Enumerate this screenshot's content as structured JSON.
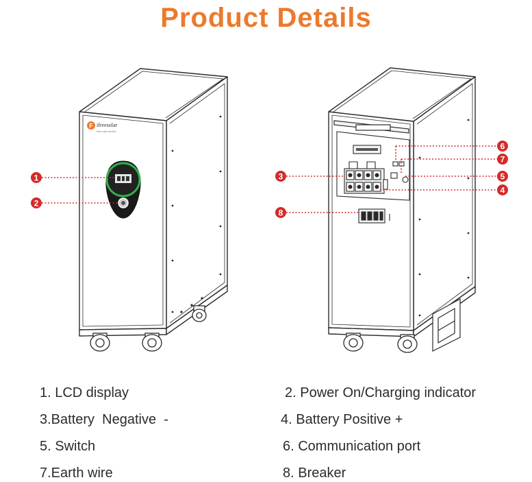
{
  "title": "Product Details",
  "brand": {
    "name": "ifreesolar",
    "tagline": "New solar solution",
    "logo_letter": "F"
  },
  "colors": {
    "title": "#ec7a2b",
    "callout": "#d42b2b",
    "lcd_ring": "#34b24a"
  },
  "callouts": [
    {
      "num": "1"
    },
    {
      "num": "2"
    },
    {
      "num": "3"
    },
    {
      "num": "4"
    },
    {
      "num": "5"
    },
    {
      "num": "6"
    },
    {
      "num": "7"
    },
    {
      "num": "8"
    }
  ],
  "legend": [
    {
      "text": "1. LCD display"
    },
    {
      "text": "2. Power On/Charging indicator"
    },
    {
      "text": "3.Battery  Negative  -"
    },
    {
      "text": "4. Battery Positive +"
    },
    {
      "text": "5. Switch"
    },
    {
      "text": "6. Communication port"
    },
    {
      "text": "7.Earth wire"
    },
    {
      "text": "8. Breaker"
    }
  ]
}
